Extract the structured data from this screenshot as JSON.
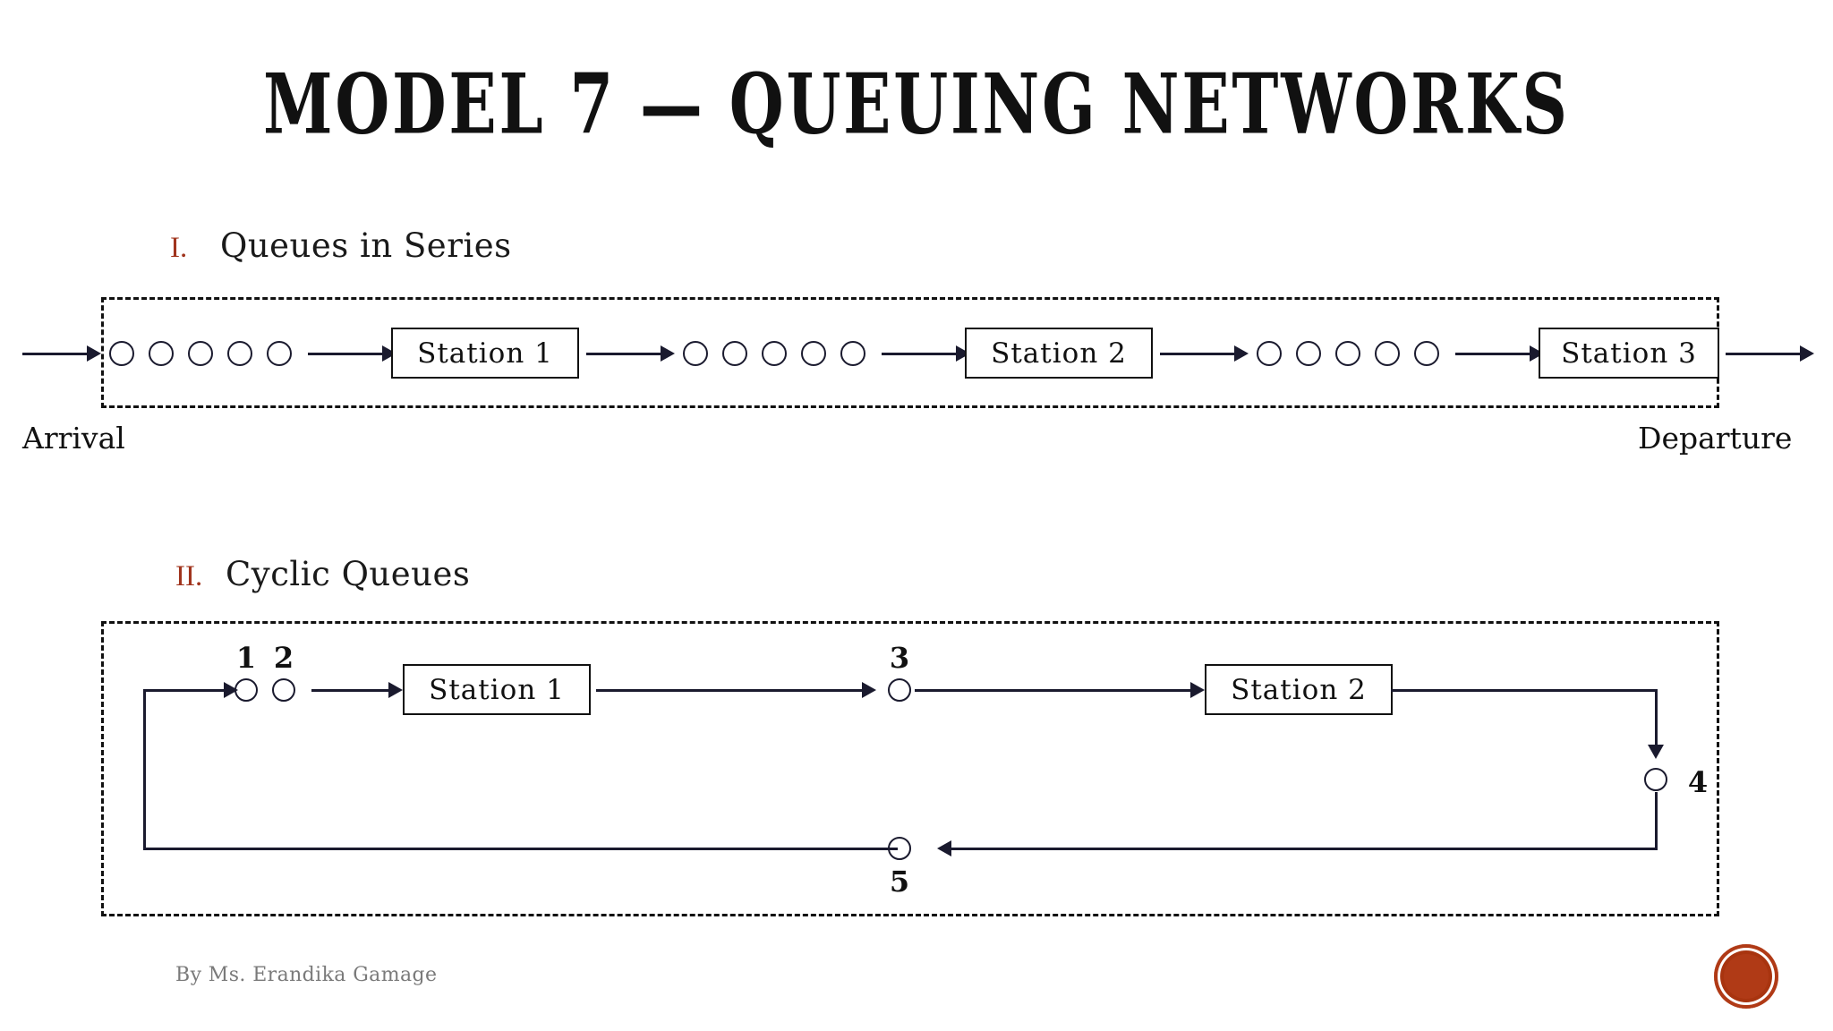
{
  "slide": {
    "title": "MODEL 7 — QUEUING NETWORKS",
    "footer_credit": "By Ms. Erandika Gamage",
    "accent_color": "#A0341D",
    "seal_color": "#B03A16",
    "ink_color": "#111111",
    "background_color": "#FFFFFF"
  },
  "sections": [
    {
      "numeral": "I.",
      "label": "Queues in Series",
      "entry_label": "Arrival",
      "exit_label": "Departure",
      "queue_sizes": [
        5,
        5,
        5
      ],
      "stations": [
        "Station 1",
        "Station 2",
        "Station 3"
      ]
    },
    {
      "numeral": "II.",
      "label": "Cyclic Queues",
      "stations": [
        "Station 1",
        "Station 2"
      ],
      "node_numbers": [
        "1",
        "2",
        "3",
        "4",
        "5"
      ]
    }
  ],
  "diagram_series": {
    "station_1": "Station 1",
    "station_2": "Station 2",
    "station_3": "Station 3",
    "arrival": "Arrival",
    "departure": "Departure"
  },
  "diagram_cyclic": {
    "station_1": "Station 1",
    "station_2": "Station 2",
    "n1": "1",
    "n2": "2",
    "n3": "3",
    "n4": "4",
    "n5": "5"
  }
}
